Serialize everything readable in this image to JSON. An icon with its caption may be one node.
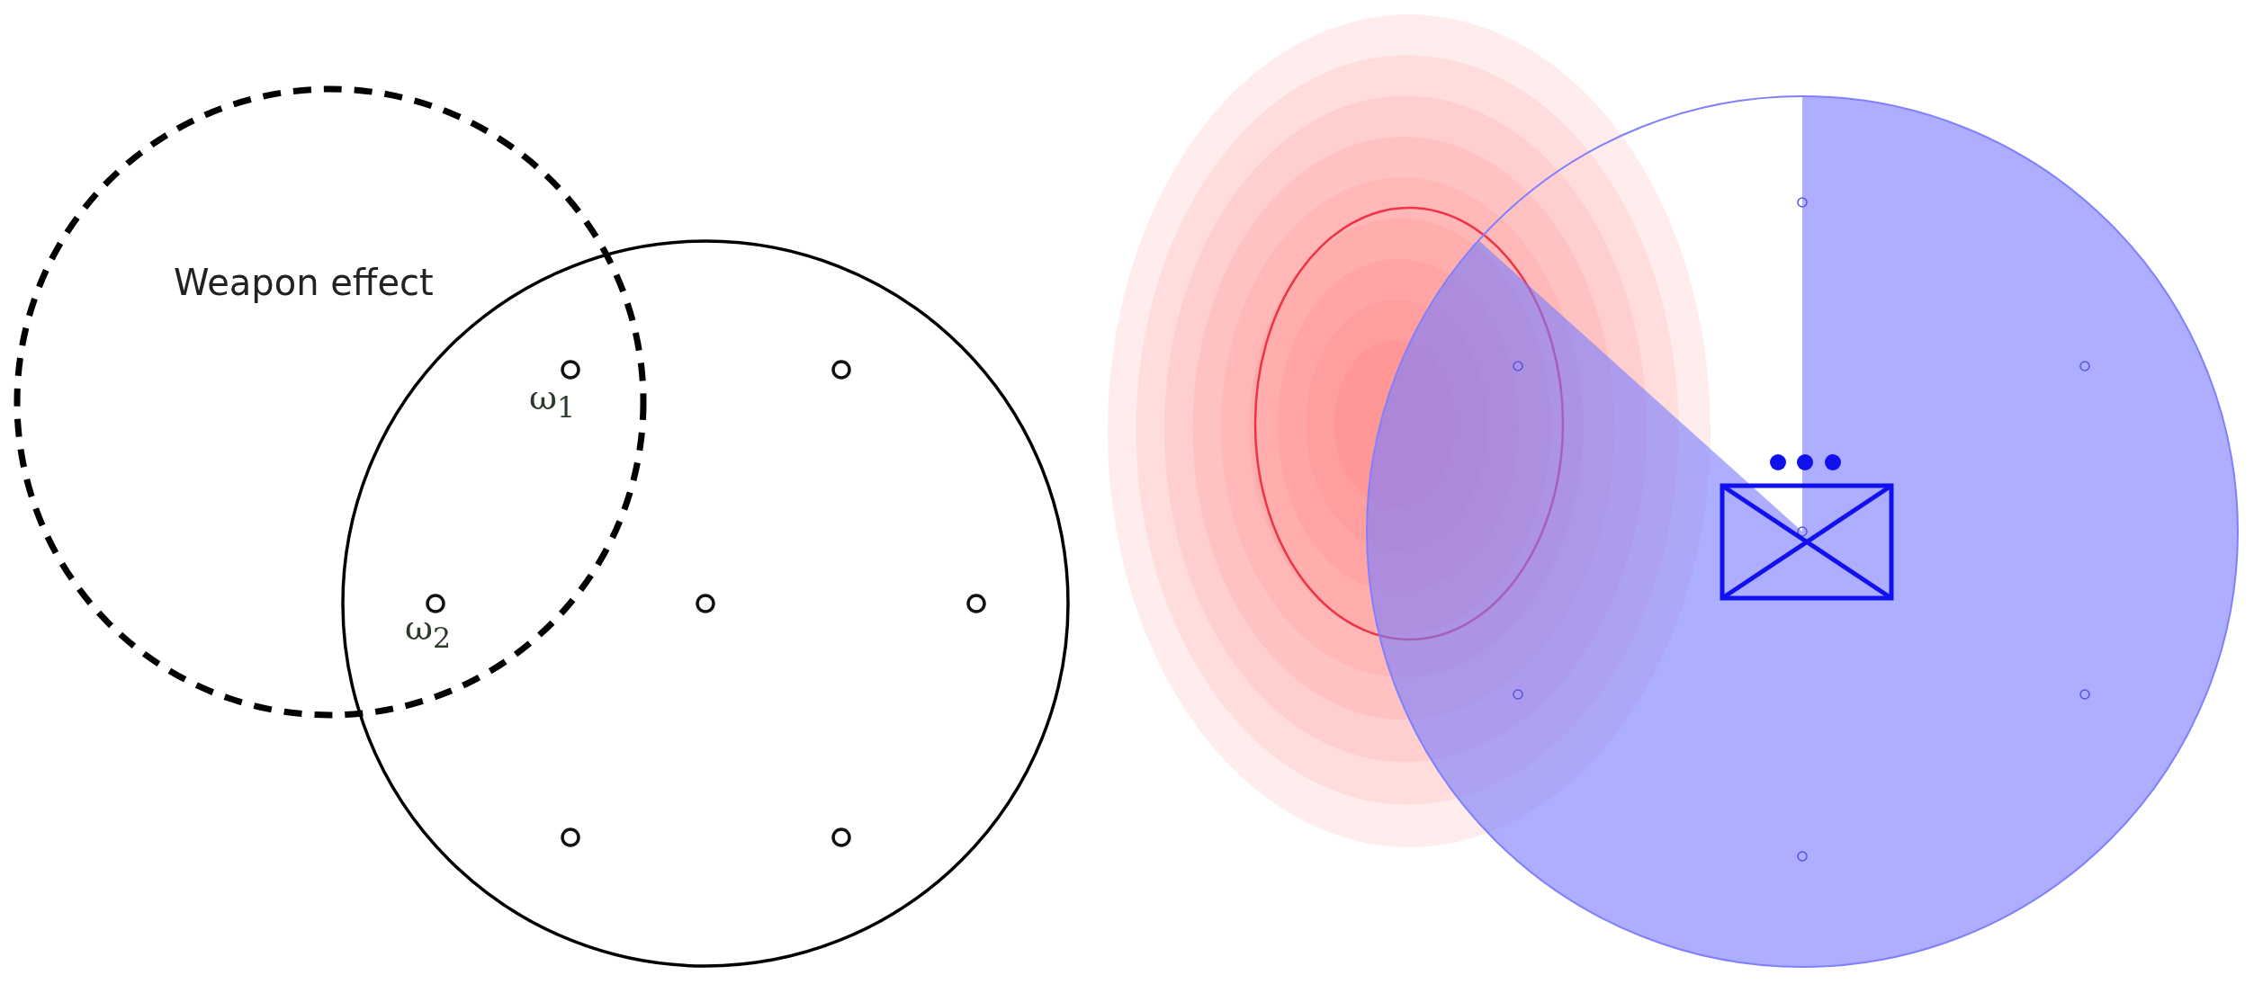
{
  "diagram": {
    "nodes": [
      {
        "text": [
          "Weapon effect"
        ]
      },
      {
        "text": [],
        "shape": "circle"
      }
    ],
    "labels": [
      "ω$_{1}$",
      "ω$_{2}$"
    ]
  }
}
